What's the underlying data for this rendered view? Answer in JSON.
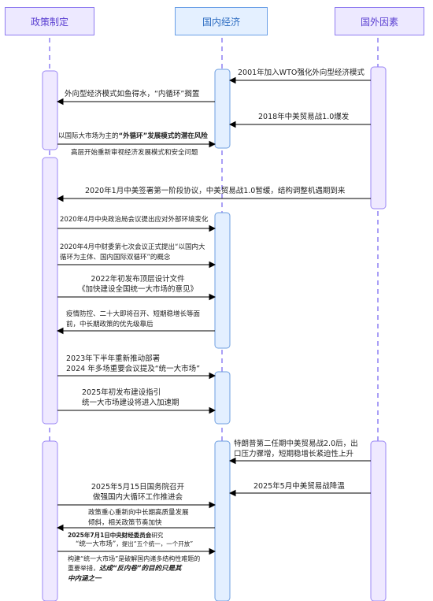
{
  "actors": {
    "policy": "政策制定",
    "domestic": "国内经济",
    "foreign": "国外因素"
  },
  "messages": {
    "m1": "2001年加入WTO强化外向型经济模式",
    "m2": "外向型经济模式如鱼得水，“内循环”搁置",
    "m3": "2018年中美贸易战1.0爆发",
    "m4a": "以国际大市场为主的",
    "m4b": "“外循环”发展模式的潜在风险",
    "m5": "高层开始重新审视经济发展模式和安全问题",
    "m6": "2020年1月中美签署第一阶段协议，中美贸易战1.0暂缓，结构调整机遇期到来",
    "m7": "2020年4月中央政治局会议提出应对外部环境变化",
    "m8a": "2020年4月中财委第七次会议正式提出“以国内大",
    "m8b": "循环为主体、国内国际双循环”的概念",
    "m9a": "2022年初发布顶层设计文件",
    "m9b": "《加快建设全国统一大市场的意见》",
    "m10a": "疫情防控、二十大即将召开、短期稳增长等面",
    "m10b": "前，中长期政策的优先级靠后",
    "m11a": "2023年下半年重新推动部署",
    "m11b": "2024 年多场重要会议提及“统一大市场”",
    "m12a": "2025年初发布建设指引",
    "m12b": "统一大市场建设将进入加速期",
    "m13a": "特朗普第二任期中美贸易战2.0后，出",
    "m13b": "口压力骤增，短期稳增长紧迫性上升",
    "m14": "2025年5月中美贸易战降温",
    "m15a": "2025年5月15日国务院召开",
    "m15b": "做强国内大循环工作推进会",
    "m16a": "政策重心重新向中长期高质量发展",
    "m16b": "倾斜，相关政策节奏加快",
    "m17a": "2025年7月1日中央财经委员会",
    "m17b": "研究",
    "m17c": "“统一大市场”",
    "m17d": "，提出“五个统一，一个开放”",
    "m18a": "构建“统一大市场”是破解国内诸多结构性难题的",
    "m18b": "重要举措，",
    "m18c": "达成“反内卷”的目的只是其",
    "m18d": "中内涵之一"
  },
  "colors": {
    "lifeline": "#7c6cf2",
    "activation_purple": "#efe9ff",
    "activation_blue": "#e3efff",
    "arrow": "#000000"
  }
}
